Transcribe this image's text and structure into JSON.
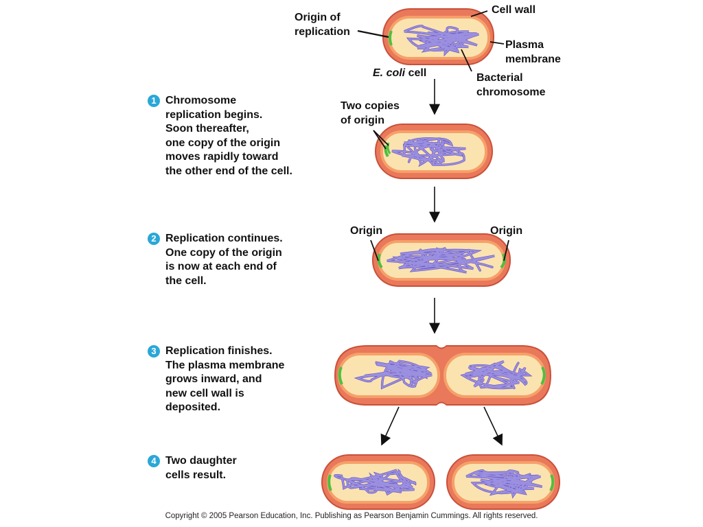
{
  "labels": {
    "cell_wall": "Cell wall",
    "origin_of_replication": "Origin of\nreplication",
    "plasma_membrane": "Plasma\nmembrane",
    "bacterial_chromosome": "Bacterial\nchromosome",
    "ecoli_name": "E. coli",
    "ecoli_suffix": " cell",
    "two_copies": "Two copies\nof origin",
    "origin_left": "Origin",
    "origin_right": "Origin"
  },
  "steps": [
    {
      "num": "1",
      "text": "Chromosome\nreplication begins.\nSoon thereafter,\none copy of the origin\nmoves rapidly toward\nthe other end of the cell."
    },
    {
      "num": "2",
      "text": "Replication continues.\nOne copy of the origin\nis now at each end of\nthe cell."
    },
    {
      "num": "3",
      "text": "Replication finishes.\nThe plasma membrane\ngrows inward, and\nnew cell wall is\ndeposited."
    },
    {
      "num": "4",
      "text": "Two daughter\ncells result."
    }
  ],
  "copyright": "Copyright © 2005 Pearson Education, Inc. Publishing as Pearson Benjamin Cummings. All rights reserved.",
  "colors": {
    "cell_wall": "#e9795a",
    "cell_wall_edge": "#c8503a",
    "membrane": "#f6a06a",
    "cytoplasm": "#fbe3b0",
    "chromosome": "#9b8fe0",
    "chromosome_dark": "#6a5bc4",
    "origin": "#4fbf3f",
    "step_badge": "#2aa7d8"
  }
}
